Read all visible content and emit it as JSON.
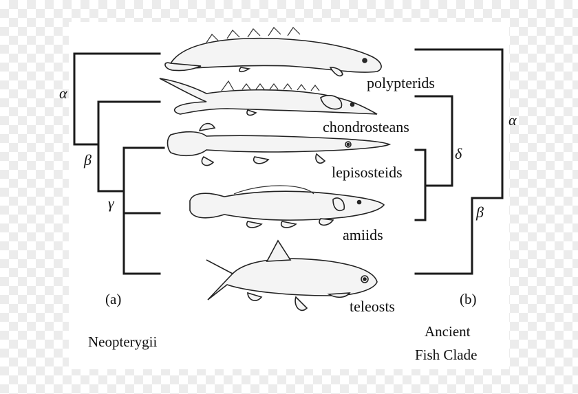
{
  "taxa": [
    "polypterids",
    "chondrosteans",
    "lepisosteids",
    "amiids",
    "teleosts"
  ],
  "tree_a": {
    "panel_label": "(a)",
    "group_label": "Neopterygii",
    "node_labels": [
      "α",
      "β",
      "γ"
    ]
  },
  "tree_b": {
    "panel_label": "(b)",
    "group_label_line1": "Ancient",
    "group_label_line2": "Fish Clade",
    "node_labels": [
      "α",
      "δ",
      "β"
    ]
  },
  "colors": {
    "ink": "#1a1a1a",
    "background": "#ffffff"
  }
}
